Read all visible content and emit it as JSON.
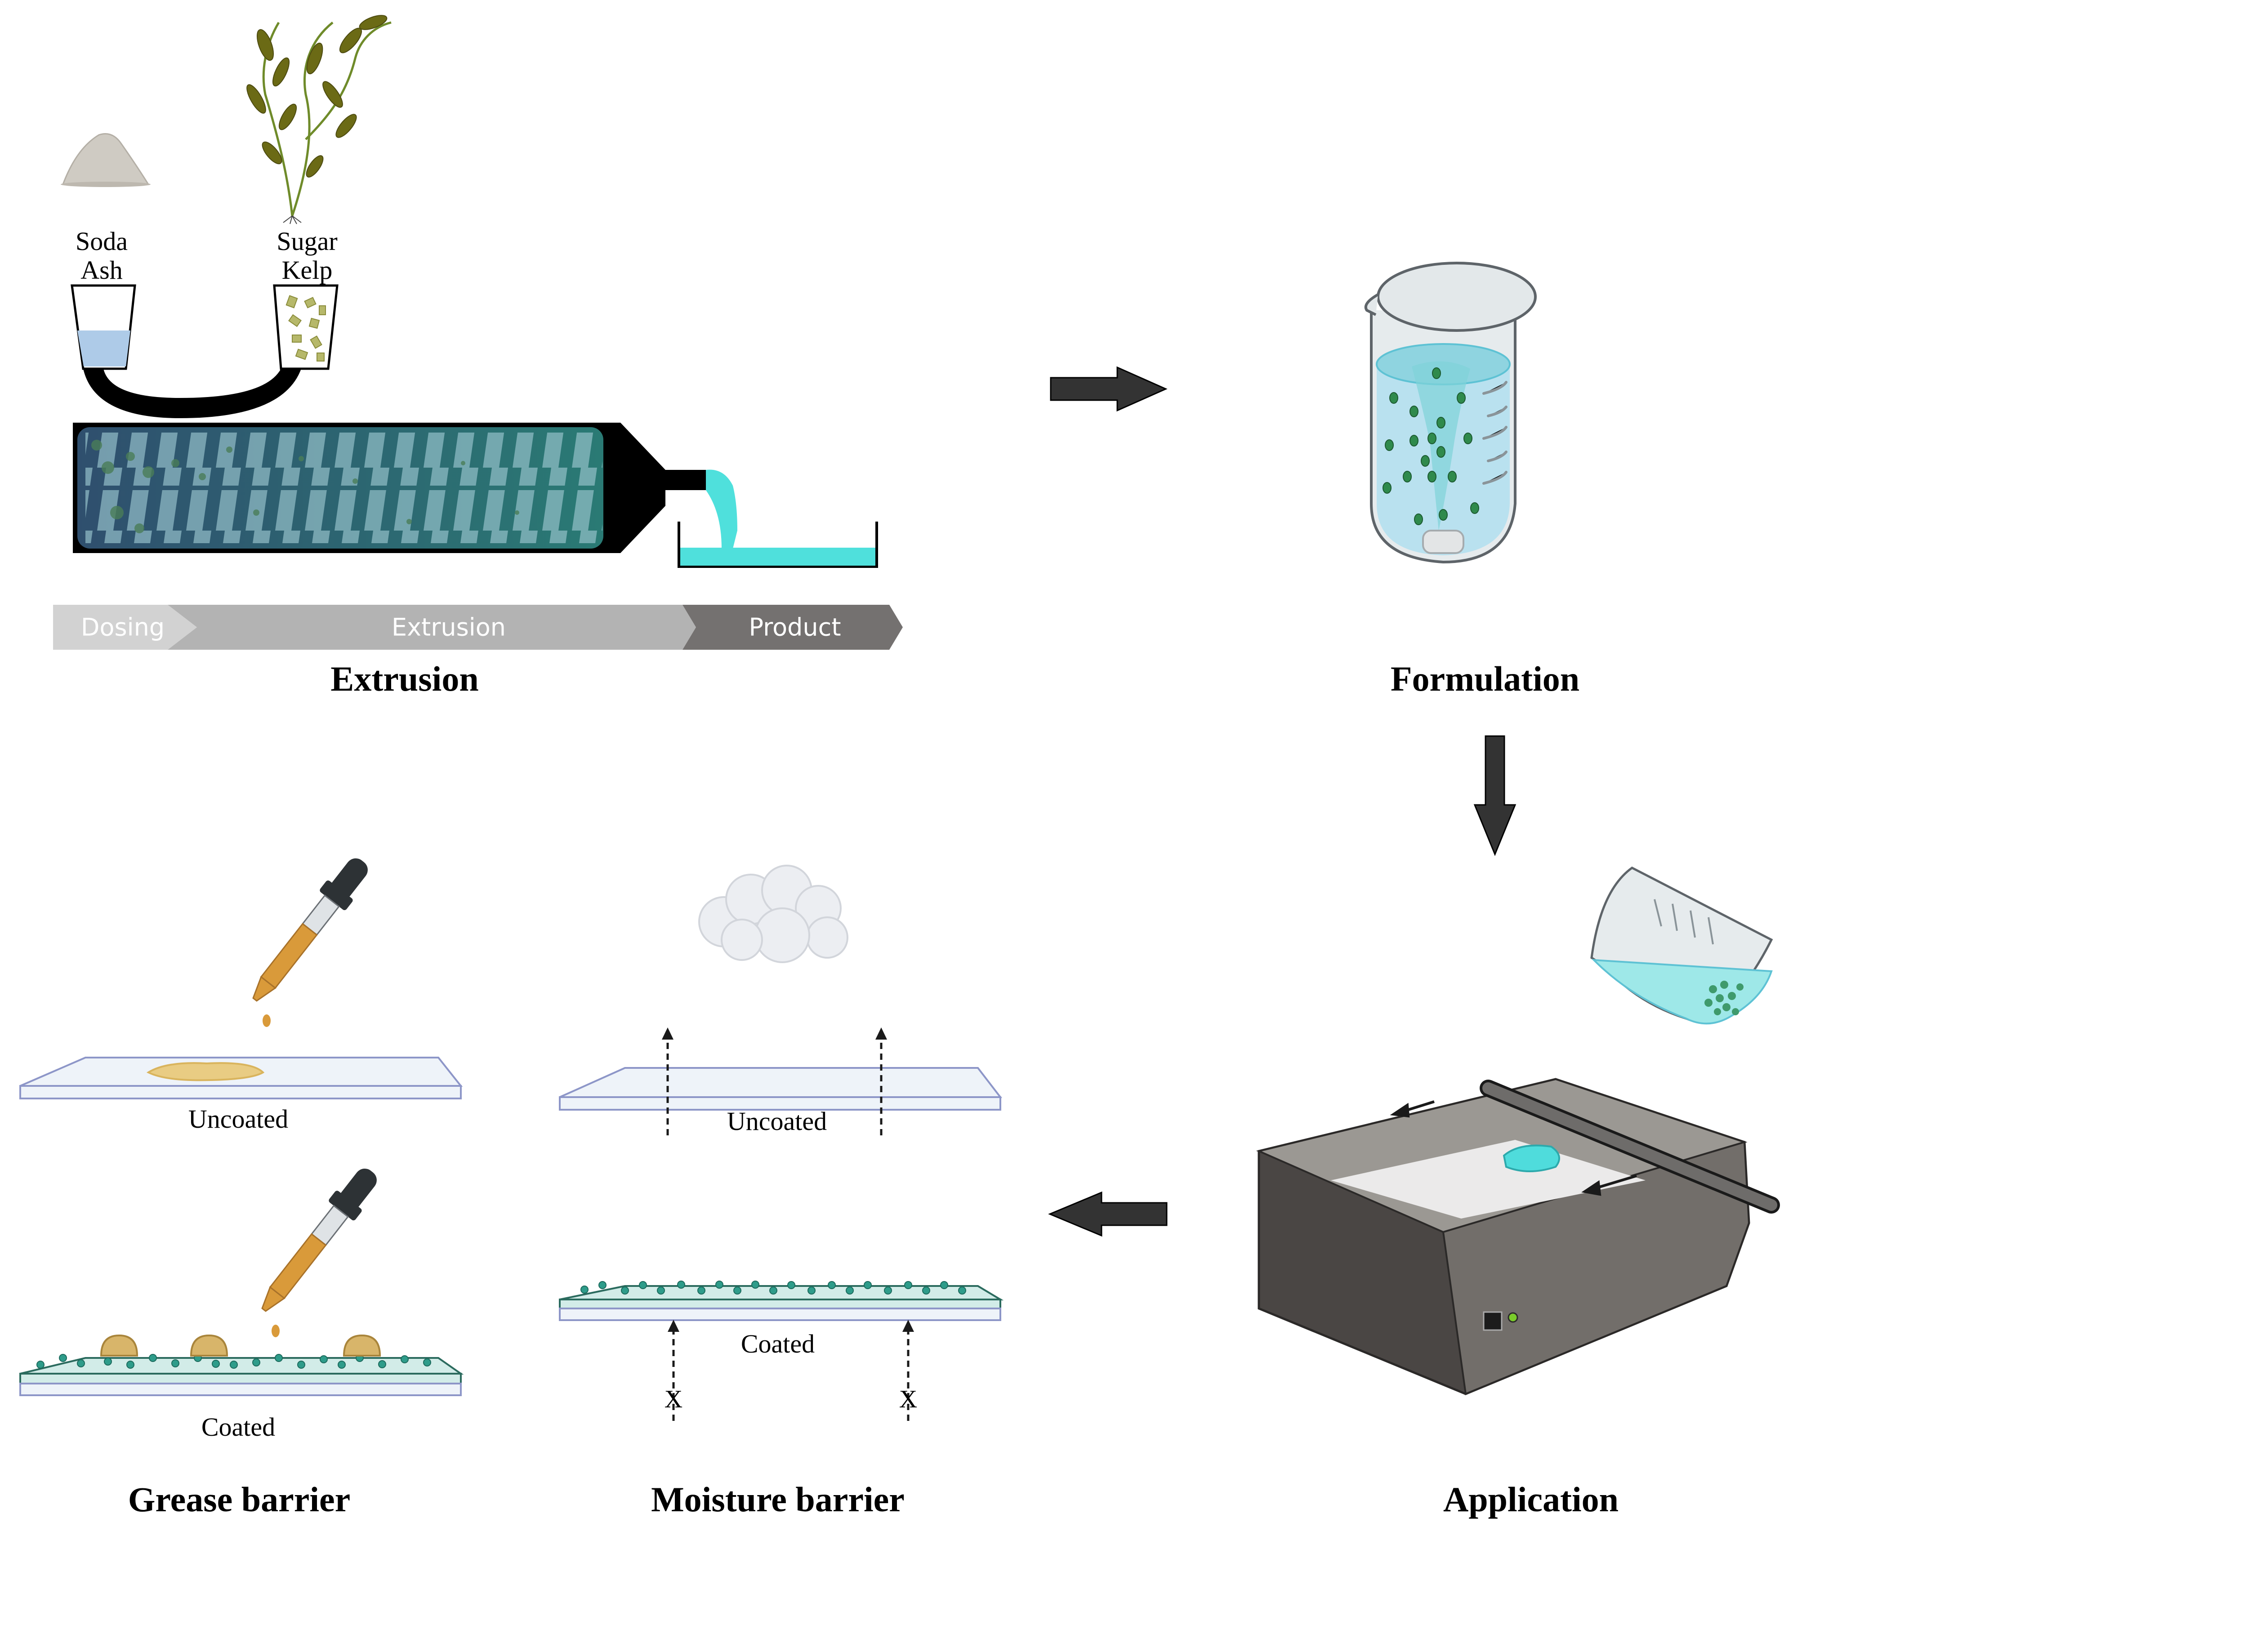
{
  "extrusion": {
    "title": "Extrusion",
    "inputs": [
      {
        "label_line1": "Soda",
        "label_line2": "Ash",
        "icon": "powder-pile-icon"
      },
      {
        "label_line1": "Sugar",
        "label_line2": "Kelp",
        "icon": "kelp-plant-icon"
      }
    ],
    "stages": [
      "Dosing",
      "Extrusion",
      "Product"
    ]
  },
  "formulation": {
    "title": "Formulation"
  },
  "application": {
    "title": "Application"
  },
  "grease_barrier": {
    "title": "Grease barrier",
    "uncoated_label": "Uncoated",
    "coated_label": "Coated"
  },
  "moisture_barrier": {
    "title": "Moisture barrier",
    "uncoated_label": "Uncoated",
    "coated_label": "Coated",
    "blocked_mark": "X"
  },
  "colors": {
    "arrow": "#333333",
    "extruder_barrel": "#2f4f6e",
    "product_cyan": "#4fe0dc",
    "stage_light": "#d2d2d2",
    "stage_mid": "#b3b3b3",
    "stage_dark": "#747170",
    "grease": "#d9a441",
    "coating_dot": "#2e9c8a"
  }
}
